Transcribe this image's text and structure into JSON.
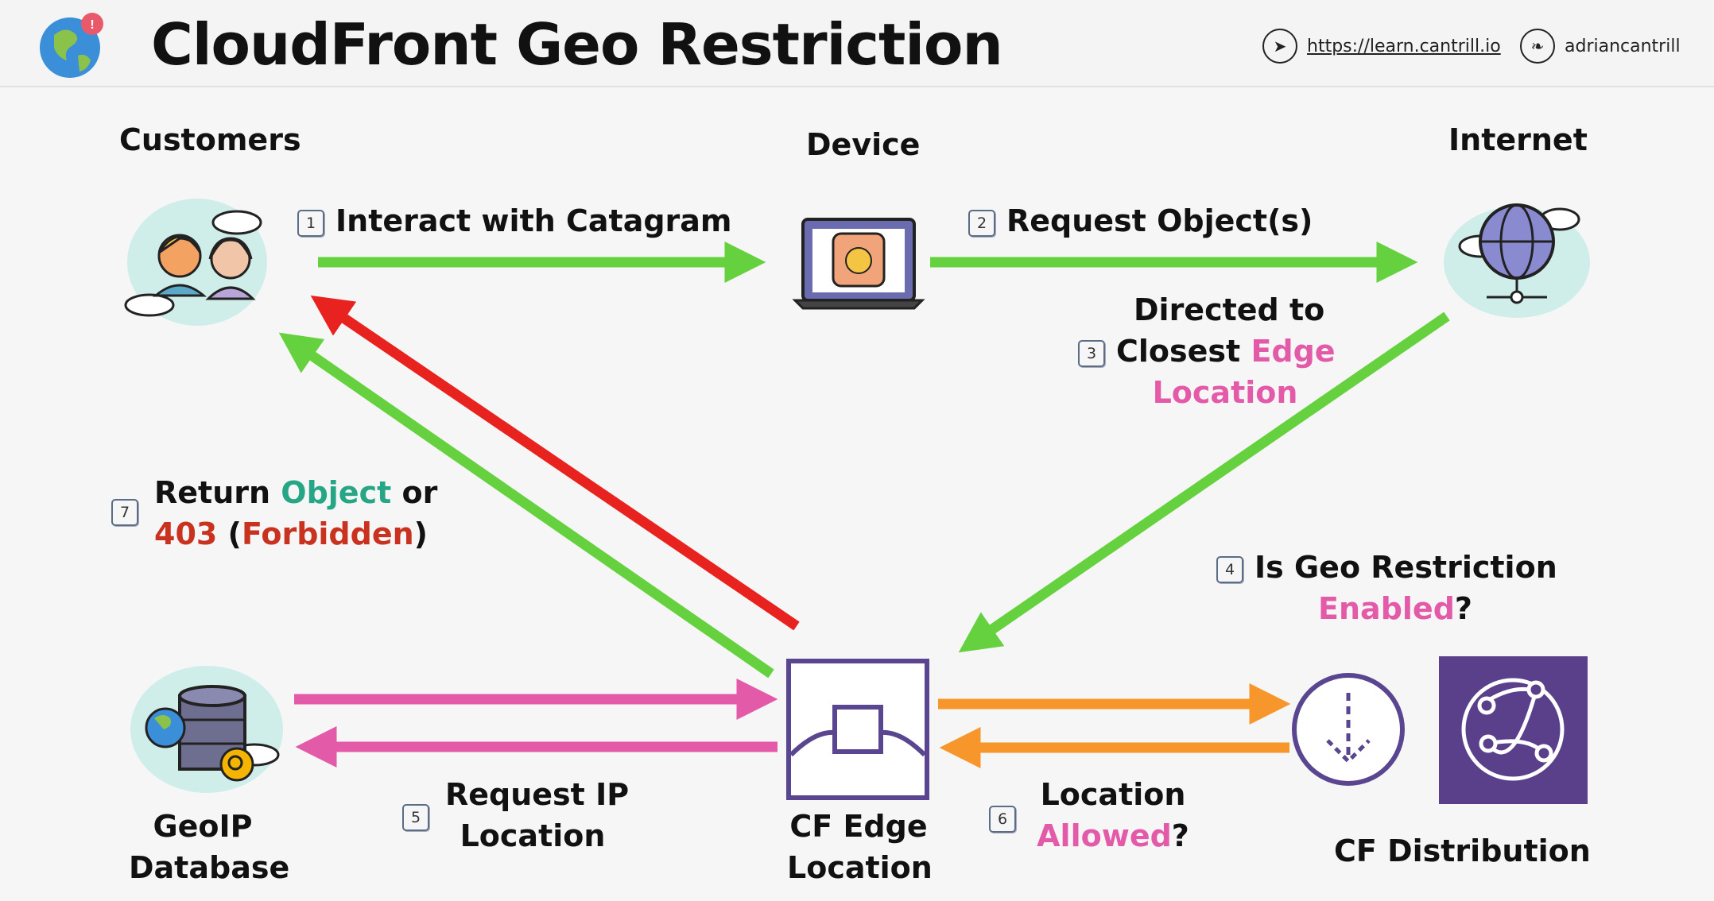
{
  "header": {
    "title": "CloudFront Geo Restriction",
    "site_url": "https://learn.cantrill.io",
    "twitter_handle": "adriancantrill"
  },
  "nodes": {
    "customers": "Customers",
    "device": "Device",
    "internet": "Internet",
    "geoip_line1": "GeoIP",
    "geoip_line2": "Database",
    "edge_line1": "CF Edge",
    "edge_line2": "Location",
    "distribution": "CF Distribution"
  },
  "steps": {
    "s1": {
      "num": "1",
      "text": "Interact with Catagram"
    },
    "s2": {
      "num": "2",
      "text": "Request Object(s)"
    },
    "s3": {
      "num": "3",
      "line1": "Directed to",
      "line2_a": "Closest ",
      "line2_b": "Edge",
      "line3": "Location"
    },
    "s4": {
      "num": "4",
      "line1": "Is Geo Restriction",
      "line2_a": "Enabled",
      "line2_b": "?"
    },
    "s5": {
      "num": "5",
      "line1": "Request IP",
      "line2": "Location"
    },
    "s6": {
      "num": "6",
      "line1": "Location",
      "line2_a": "Allowed",
      "line2_b": "?"
    },
    "s7": {
      "num": "7",
      "line1_a": "Return ",
      "line1_b": "Object",
      "line1_c": " or",
      "line2_a": "403",
      "line2_b": " (",
      "line2_c": "Forbidden",
      "line2_d": ")"
    }
  },
  "colors": {
    "green": "#66d13f",
    "red": "#e8231f",
    "pink": "#e35aa8",
    "orange": "#f7962a",
    "purple": "#5a3f8a",
    "edge_stroke": "#5a4690"
  }
}
